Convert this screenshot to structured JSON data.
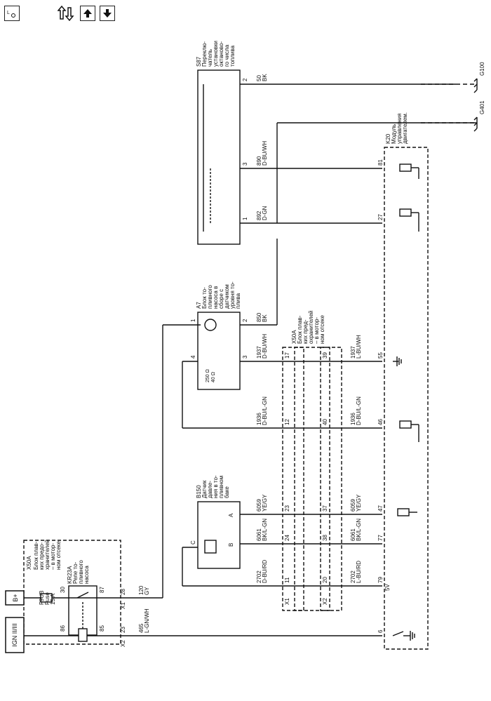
{
  "toolbar": {
    "location_icon": "location-icon",
    "flow_icon": "signal-flow-icon",
    "up_icon": "arrow-up-icon",
    "down_icon": "arrow-down-icon"
  },
  "power": {
    "b_plus": "B+",
    "ign": "IGN II/III"
  },
  "x50a_left": {
    "name": "X50A",
    "desc": [
      "Блок плав-",
      "ких предо-",
      "хранителей",
      "– в мотор-",
      "ном отсеке"
    ],
    "fuse_id": "F9UB",
    "fuse_word": "Fuse",
    "fuse_rating": "15 A",
    "relay_id": "KR23A",
    "relay_desc": [
      "Реле то-",
      "пливного",
      "насоса"
    ],
    "pins": {
      "p30": "30",
      "p86": "86",
      "p87": "87",
      "p85": "85",
      "p28": "28",
      "p23": "23"
    },
    "conn": {
      "x1": "X1",
      "x2": "X2"
    }
  },
  "wires_left": {
    "w120": "120",
    "w120_color": "GY",
    "w465": "465",
    "w465_color": "L-GN/WH"
  },
  "s87": {
    "name": "S87",
    "desc": [
      "Переклю-",
      "чатель",
      "установки",
      "октаново-",
      "го числа",
      "топлива"
    ],
    "pin2": "2",
    "pin3": "3",
    "pin1": "1"
  },
  "a7": {
    "name": "A7",
    "desc": [
      "Блок то-",
      "пливного",
      "насоса в",
      "сборе с",
      "датчиком",
      "уровня то-",
      "плива"
    ],
    "pin1": "1",
    "pin2": "2",
    "pin3": "3",
    "pin4": "4",
    "r1": "250 Ω",
    "r2": "40 Ω"
  },
  "b150": {
    "name": "B150",
    "desc": [
      "Датчик",
      "давле-",
      "ния в то-",
      "пливном",
      "баке"
    ],
    "pinA": "A",
    "pinB": "B",
    "pinC": "C"
  },
  "x50a_mid": {
    "name": "X50A",
    "desc": [
      "Блок плав-",
      "ких пред-",
      "охранителей",
      "– в мотор-",
      "ном отсеке"
    ],
    "x1": "X1",
    "x2": "X2",
    "left_pins": [
      "17",
      "12",
      "23",
      "24",
      "11"
    ],
    "right_pins": [
      "39",
      "40",
      "37",
      "38",
      "20"
    ]
  },
  "wires": {
    "w50": "50",
    "w50c": "BK",
    "w890": "890",
    "w890c": "D-BU/WH",
    "w892": "892",
    "w892c": "D-GN",
    "w850": "850",
    "w850c": "BK",
    "w1937a": "1937",
    "w1937ac": "D-BU/WH",
    "w1937b": "1937",
    "w1937bc": "L-BU/WH",
    "w1936a": "1936",
    "w1936ac": "D-BU/L-GN",
    "w1936b": "1936",
    "w1936bc": "D-BU/L-GN",
    "w6059a": "6059",
    "w6059ac": "YE/GY",
    "w6059b": "6059",
    "w6059bc": "YE/GY",
    "w6061a": "6061",
    "w6061ac": "BK/L-GN",
    "w6061b": "6061",
    "w6061bc": "BK/L-GN",
    "w2702a": "2702",
    "w2702ac": "D-BU/RD",
    "w2702b": "2702",
    "w2702bc": "L-BU/RD"
  },
  "k20": {
    "name": "K20",
    "desc": [
      "Модуль",
      "управления",
      "двигателем."
    ],
    "pins": {
      "p81": "81",
      "p27": "27",
      "p55": "55",
      "p46": "46",
      "p47": "47",
      "p77": "77",
      "p79": "79",
      "p6": "6"
    },
    "v5": "5V"
  },
  "grounds": {
    "g100": "G100",
    "g401": "G401"
  }
}
